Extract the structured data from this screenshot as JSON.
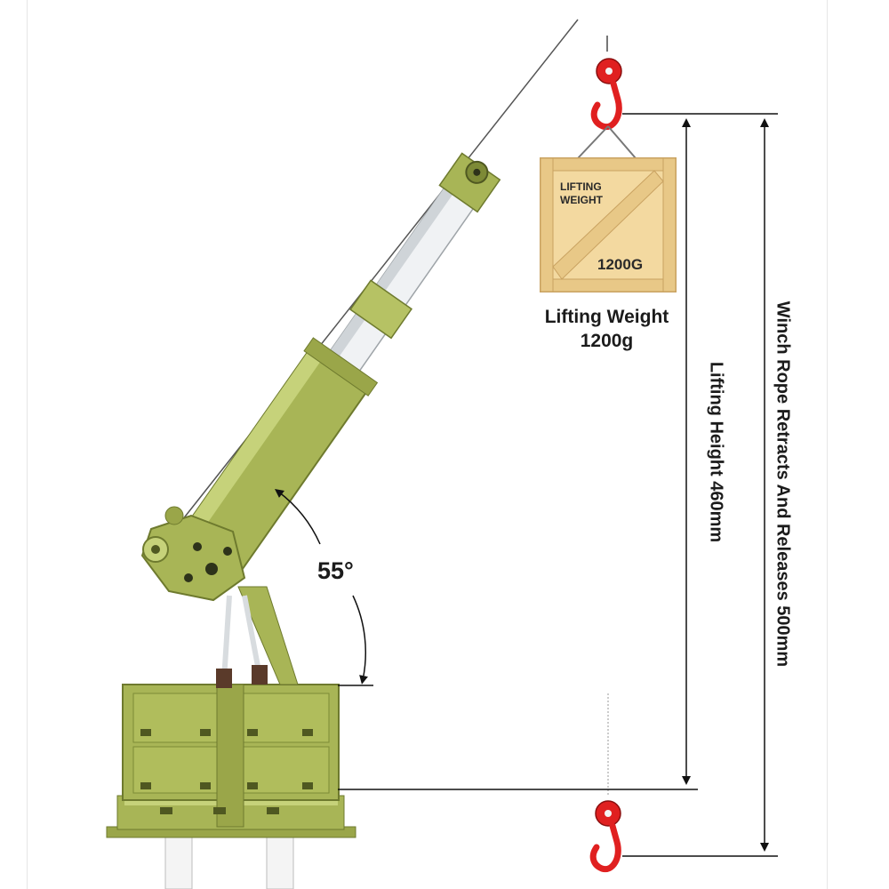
{
  "crate": {
    "stencil_line1": "LIFTING",
    "stencil_line2": "WEIGHT",
    "stencil_weight": "1200G"
  },
  "weight_caption": {
    "line1": "Lifting Weight",
    "line2": "1200g"
  },
  "angle": {
    "label": "55°",
    "degrees": 55
  },
  "dimensions": {
    "lifting_height_label": "Lifting Height 460mm",
    "winch_rope_label": "Winch Rope Retracts And Releases 500mm"
  },
  "colors": {
    "crane_body": "#a8b556",
    "crane_dark": "#6e7a2e",
    "crane_light": "#c6d27a",
    "boom_silver": "#dfe3e6",
    "hook_red": "#e02020",
    "crate_wood": "#f3d9a0",
    "crate_dark": "#c9a261",
    "line": "#111111"
  }
}
